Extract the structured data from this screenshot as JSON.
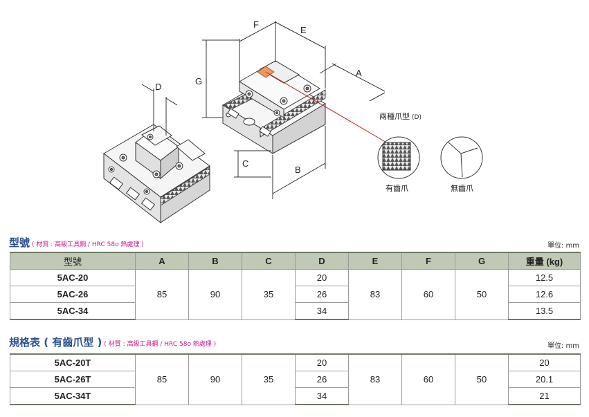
{
  "drawing": {
    "dim_labels": {
      "F": "F",
      "E": "E",
      "G": "G",
      "D": "D",
      "A": "A",
      "C": "C",
      "B": "B"
    },
    "jaw_title": "兩種爪型",
    "jaw_title_suffix": "(D)",
    "jaw_types": [
      "有齒爪",
      "無齒爪"
    ]
  },
  "section1": {
    "title": "型號",
    "note": "( 材質 : 高級工具鋼 / HRC 58o 熱處理 )",
    "unit": "單位: mm",
    "headers": [
      "型號",
      "A",
      "B",
      "C",
      "D",
      "E",
      "F",
      "G",
      "重量 (kg)"
    ],
    "shared": {
      "A": "85",
      "B": "90",
      "C": "35",
      "E": "83",
      "F": "60",
      "G": "50"
    },
    "rows": [
      {
        "model": "5AC-20",
        "D": "20",
        "weight": "12.5"
      },
      {
        "model": "5AC-26",
        "D": "26",
        "weight": "12.6"
      },
      {
        "model": "5AC-34",
        "D": "34",
        "weight": "13.5"
      }
    ]
  },
  "section2": {
    "title": "規格表 ( 有齒爪型 )",
    "note": "( 材質 : 高級工具鋼 / HRC 58o 熱處理 )",
    "unit": "單位: mm",
    "shared": {
      "A": "85",
      "B": "90",
      "C": "35",
      "E": "83",
      "F": "60",
      "G": "50"
    },
    "rows": [
      {
        "model": "5AC-20T",
        "D": "20",
        "weight": "20"
      },
      {
        "model": "5AC-26T",
        "D": "26",
        "weight": "20.1"
      },
      {
        "model": "5AC-34T",
        "D": "34",
        "weight": "21"
      }
    ]
  }
}
